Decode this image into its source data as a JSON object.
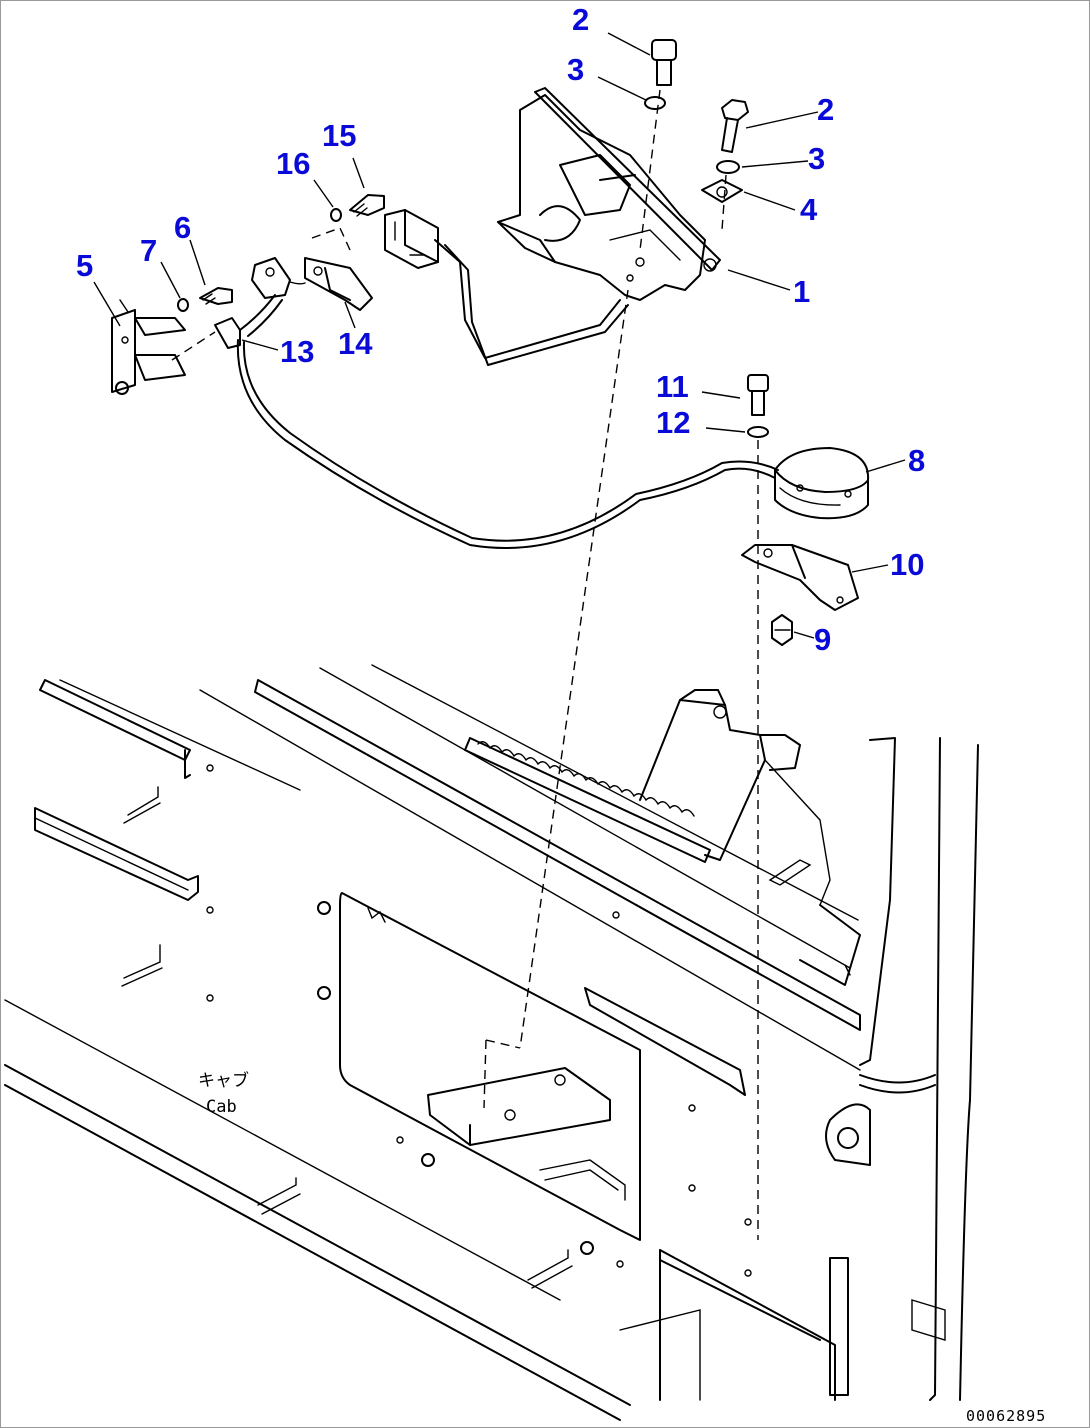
{
  "callouts": [
    {
      "id": "c2a",
      "text": "2"
    },
    {
      "id": "c3a",
      "text": "3"
    },
    {
      "id": "c2b",
      "text": "2"
    },
    {
      "id": "c3b",
      "text": "3"
    },
    {
      "id": "c4",
      "text": "4"
    },
    {
      "id": "c1",
      "text": "1"
    },
    {
      "id": "c15",
      "text": "15"
    },
    {
      "id": "c16",
      "text": "16"
    },
    {
      "id": "c6",
      "text": "6"
    },
    {
      "id": "c7",
      "text": "7"
    },
    {
      "id": "c5",
      "text": "5"
    },
    {
      "id": "c13",
      "text": "13"
    },
    {
      "id": "c14",
      "text": "14"
    },
    {
      "id": "c11",
      "text": "11"
    },
    {
      "id": "c12",
      "text": "12"
    },
    {
      "id": "c8",
      "text": "8"
    },
    {
      "id": "c10",
      "text": "10"
    },
    {
      "id": "c9",
      "text": "9"
    }
  ],
  "cab_label": {
    "line1": "キャブ",
    "line2": "Cab"
  },
  "drawing_ref": "00062895",
  "colors": {
    "callout": "#0a0ad8",
    "line": "#000000",
    "background": "#ffffff"
  }
}
